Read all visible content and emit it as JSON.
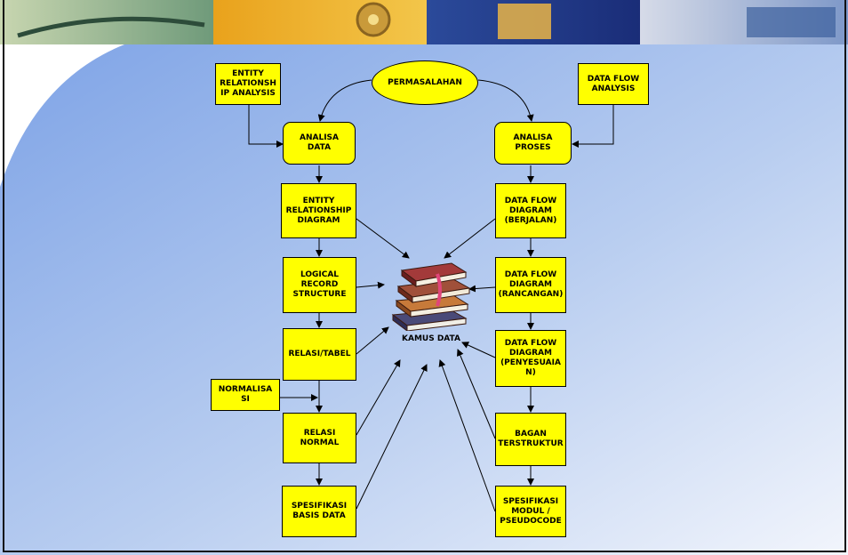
{
  "diagram": {
    "root": "PERMASALAHAN",
    "left_input": "ENTITY\nRELATIONSH\nIP ANALYSIS",
    "right_input": "DATA FLOW\nANALYSIS",
    "left_column": [
      "ANALISA\nDATA",
      "ENTITY\nRELATIONSHIP\nDIAGRAM",
      "LOGICAL\nRECORD\nSTRUCTURE",
      "RELASI/TABEL",
      "RELASI\nNORMAL",
      "SPESIFIKASI\nBASIS DATA"
    ],
    "normalisasi": "NORMALISA\nSI",
    "right_column": [
      "ANALISA\nPROSES",
      "DATA FLOW\nDIAGRAM\n(BERJALAN)",
      "DATA FLOW\nDIAGRAM\n(RANCANGAN)",
      "DATA FLOW\nDIAGRAM\n(PENYESUAIA\nN)",
      "BAGAN\nTERSTRUKTUR",
      "SPESIFIKASI\nMODUL /\nPSEUDOCODE"
    ],
    "center_label": "KAMUS DATA"
  },
  "colors": {
    "box_fill": "#ffff00",
    "border": "#000000",
    "background_blue": "#8fb0e8",
    "background_light": "#ffffff"
  },
  "icons": [
    "books-icon",
    "banner-image"
  ]
}
